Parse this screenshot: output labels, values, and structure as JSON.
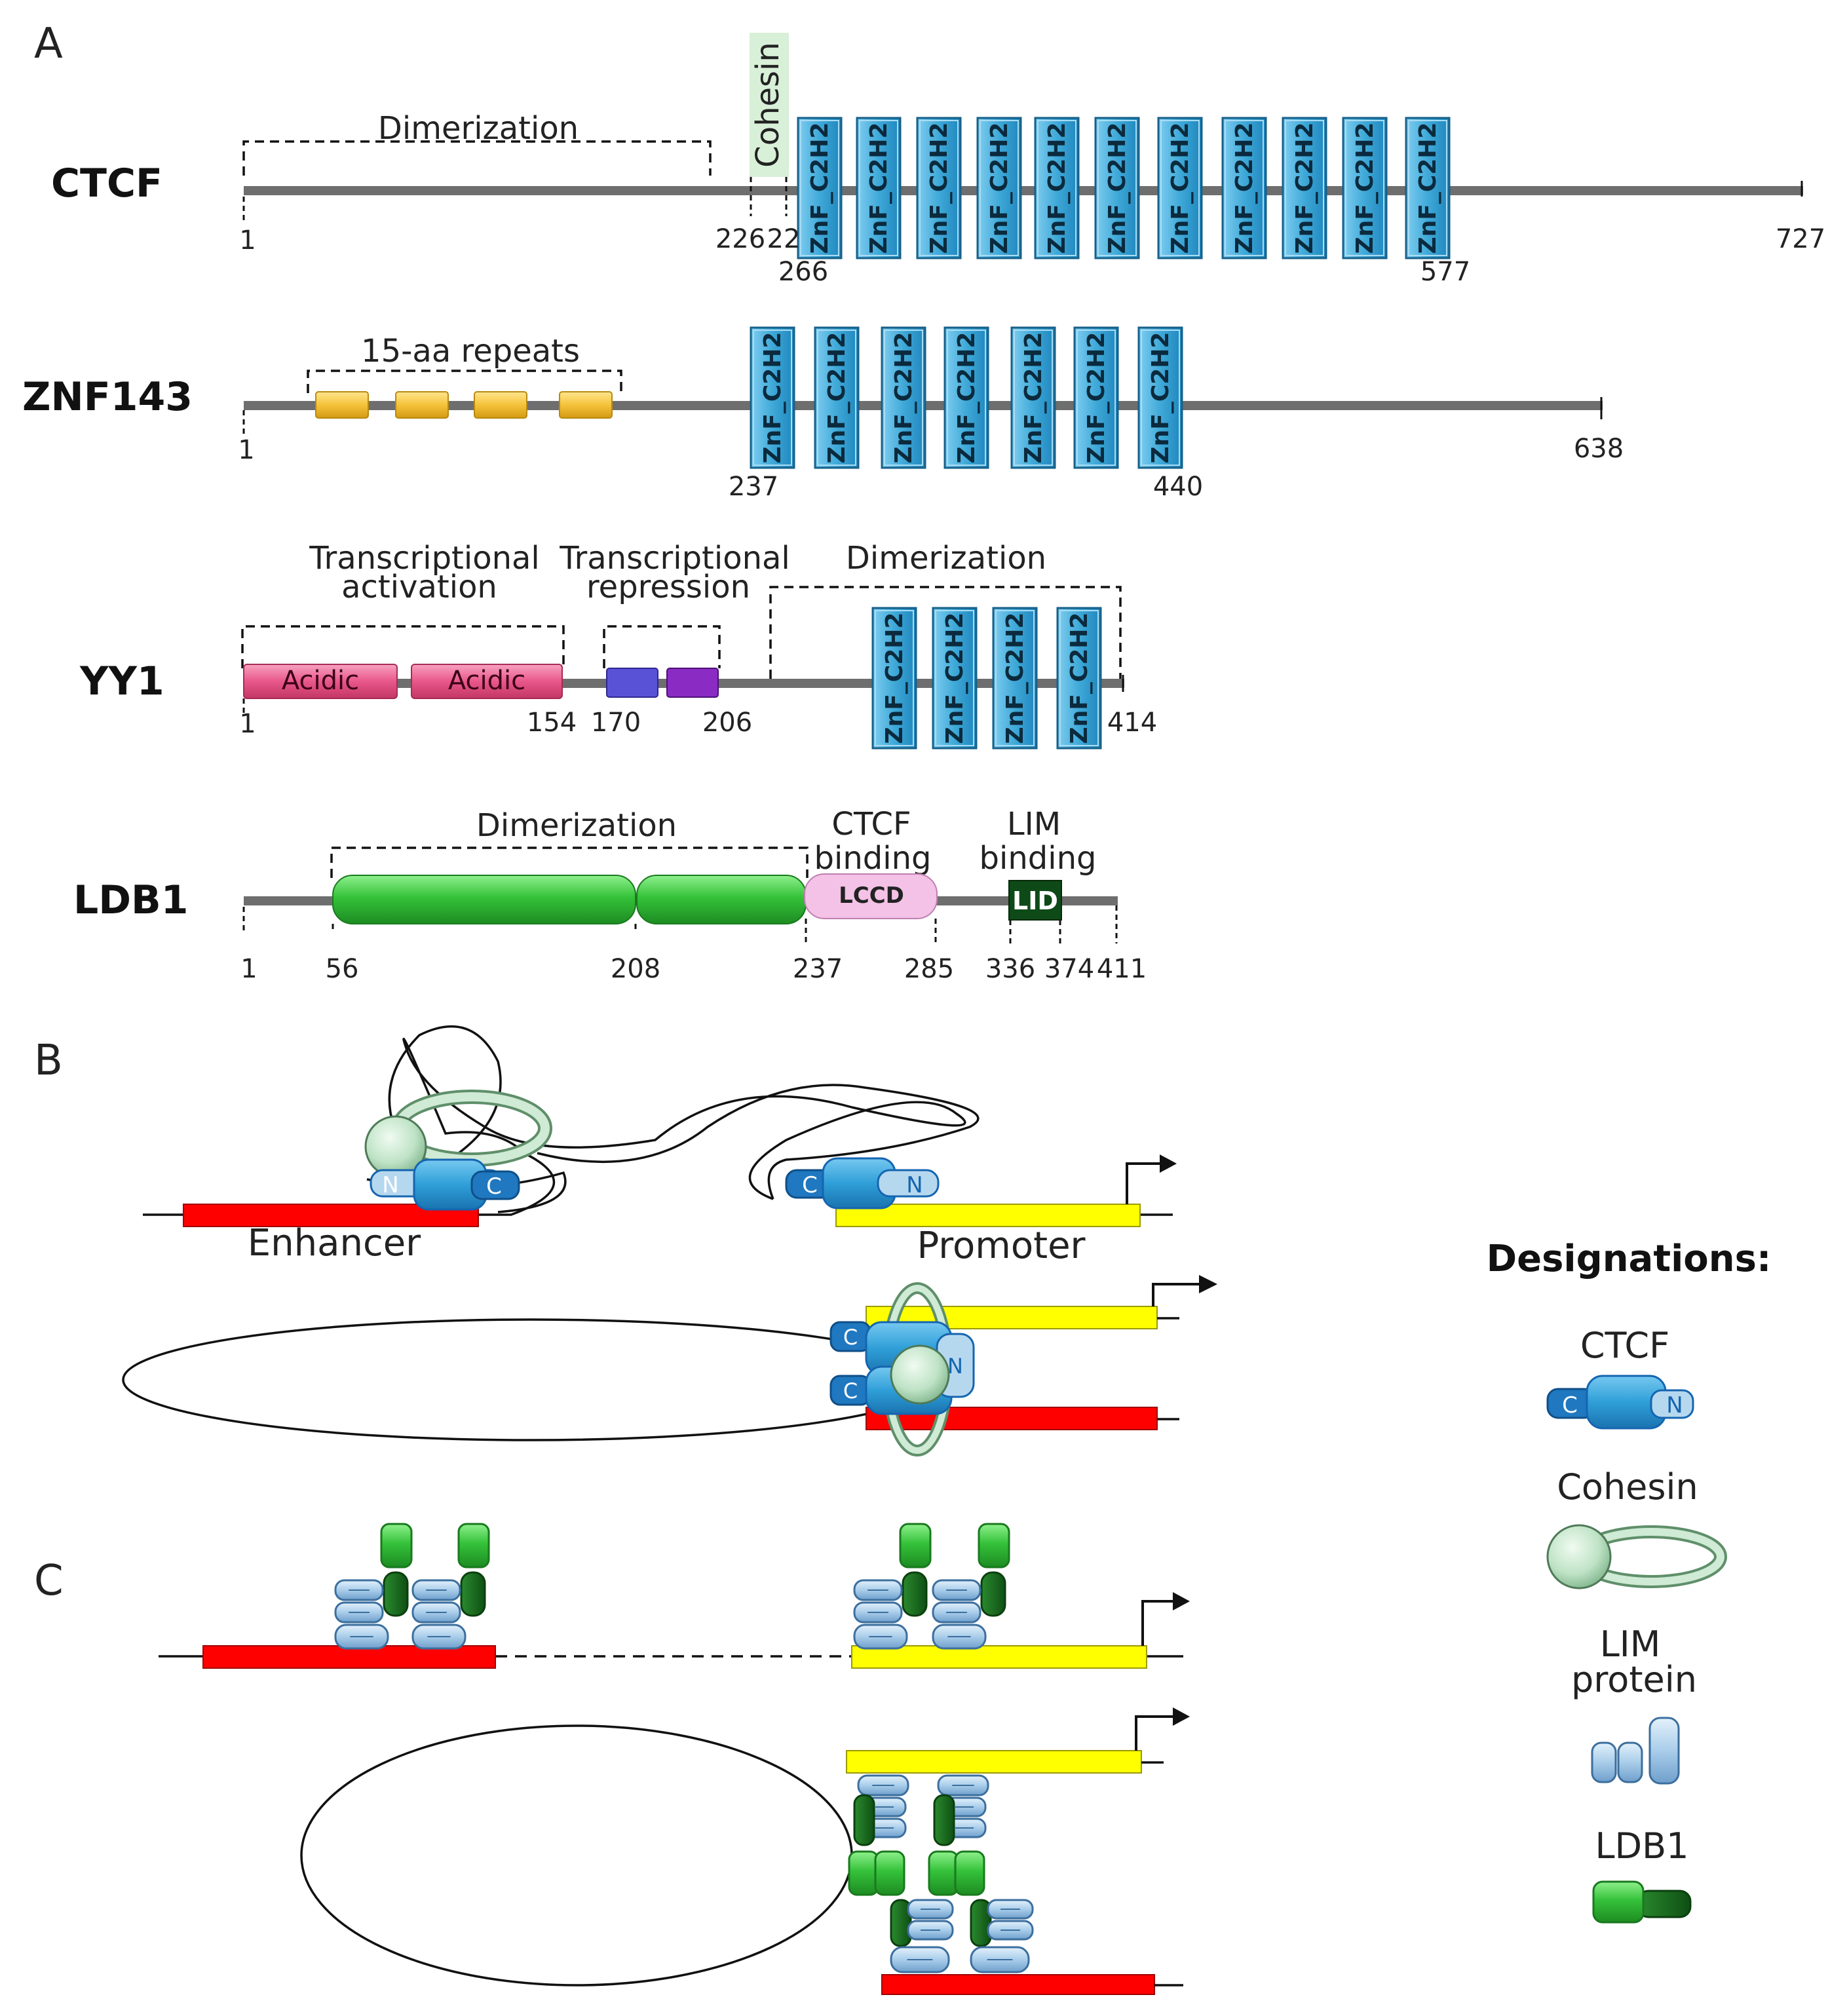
{
  "colors": {
    "backbone": "#6e6e6e",
    "znf_fill": "#3fa9d8",
    "znf_stroke": "#17618a",
    "cohesin_box": "#d8efd8",
    "repeat_fill": "#f5c33b",
    "acidic_fill": "#e9578a",
    "repression_blue": "#5a52d6",
    "repression_purple": "#8a2cc4",
    "ldb_green": "#35c23a",
    "ldb_dark_green": "#176b1c",
    "lccd_fill": "#f3c2e6",
    "enhancer": "#ff0000",
    "promoter": "#ffff00",
    "ctcf_blue": "#2f9fd8",
    "ctcf_dark": "#1565b0",
    "cohesin_green": "#cfead5",
    "lim_light": "#b6d8ef",
    "lim_dark": "#6f9fcc"
  },
  "panels": {
    "a": "A",
    "b": "B",
    "c": "C"
  },
  "znf_label": "ZnF_C2H2",
  "ctcf": {
    "name": "CTCF",
    "dimerization": "Dimerization",
    "cohesin": "Cohesin",
    "ticks": [
      "1",
      "226",
      "22",
      "266",
      "577",
      "727"
    ]
  },
  "znf143": {
    "name": "ZNF143",
    "repeats": "15-aa repeats",
    "ticks": [
      "1",
      "237",
      "440",
      "638"
    ]
  },
  "yy1": {
    "name": "YY1",
    "activation_1": "Transcriptional",
    "activation_2": "activation",
    "repression_1": "Transcriptional",
    "repression_2": "repression",
    "dimerization": "Dimerization",
    "acidic": "Acidic",
    "ticks": [
      "1",
      "154",
      "170",
      "206",
      "414"
    ]
  },
  "ldb1": {
    "name": "LDB1",
    "dimerization": "Dimerization",
    "ctcf_binding_1": "CTCF",
    "ctcf_binding_2": "binding",
    "lim_binding_1": "LIM",
    "lim_binding_2": "binding",
    "lccd": "LCCD",
    "lid": "LID",
    "ticks": [
      "1",
      "56",
      "208",
      "237",
      "285",
      "336",
      "374",
      "411"
    ]
  },
  "panel_b": {
    "enhancer": "Enhancer",
    "promoter": "Promoter",
    "n": "N",
    "c": "C"
  },
  "legend": {
    "title": "Designations:",
    "ctcf": "CTCF",
    "cohesin": "Cohesin",
    "lim_1": "LIM",
    "lim_2": "protein",
    "ldb1": "LDB1"
  }
}
